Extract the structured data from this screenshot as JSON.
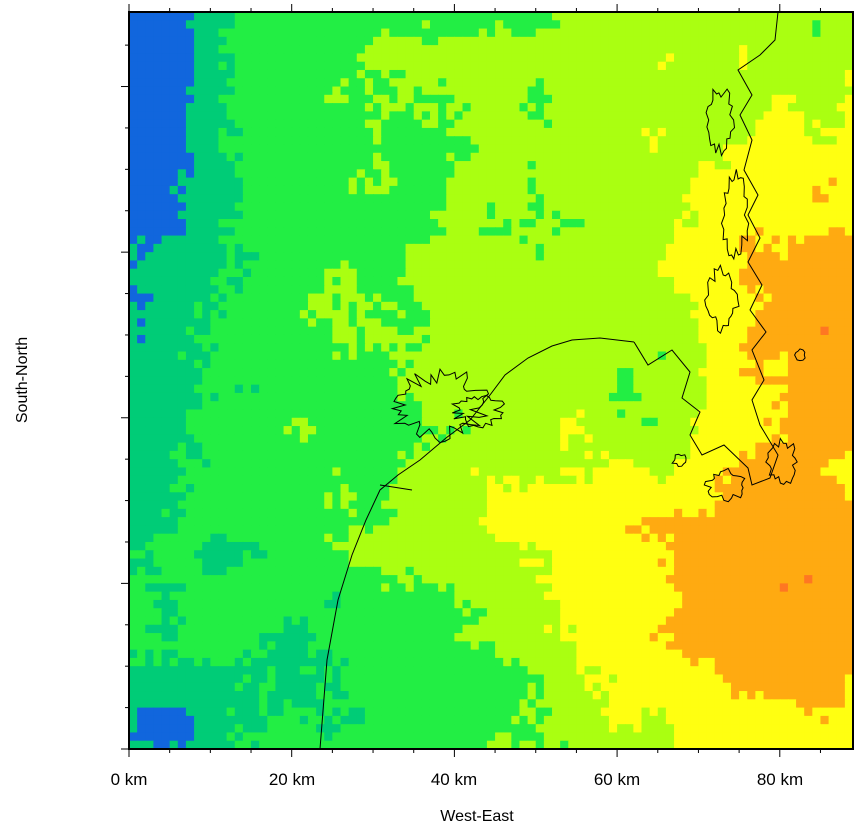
{
  "chart_data": {
    "type": "heatmap",
    "title": "",
    "xlabel": "West-East",
    "ylabel": "South-North",
    "xlim": [
      0,
      89
    ],
    "x_ticks": [
      {
        "value": 0,
        "label": "0 km"
      },
      {
        "value": 20,
        "label": "20 km"
      },
      {
        "value": 40,
        "label": "40 km"
      },
      {
        "value": 60,
        "label": "60 km"
      },
      {
        "value": 80,
        "label": "80 km"
      }
    ],
    "y_major_ticks": [
      0,
      20,
      40,
      60,
      80
    ],
    "grid": false,
    "legend": "none",
    "colormap": [
      "#1166dd",
      "#00cc77",
      "#22ee44",
      "#aaff11",
      "#ffff11",
      "#ffaa11",
      "#ff7722"
    ],
    "coastline_color": "#000000"
  }
}
